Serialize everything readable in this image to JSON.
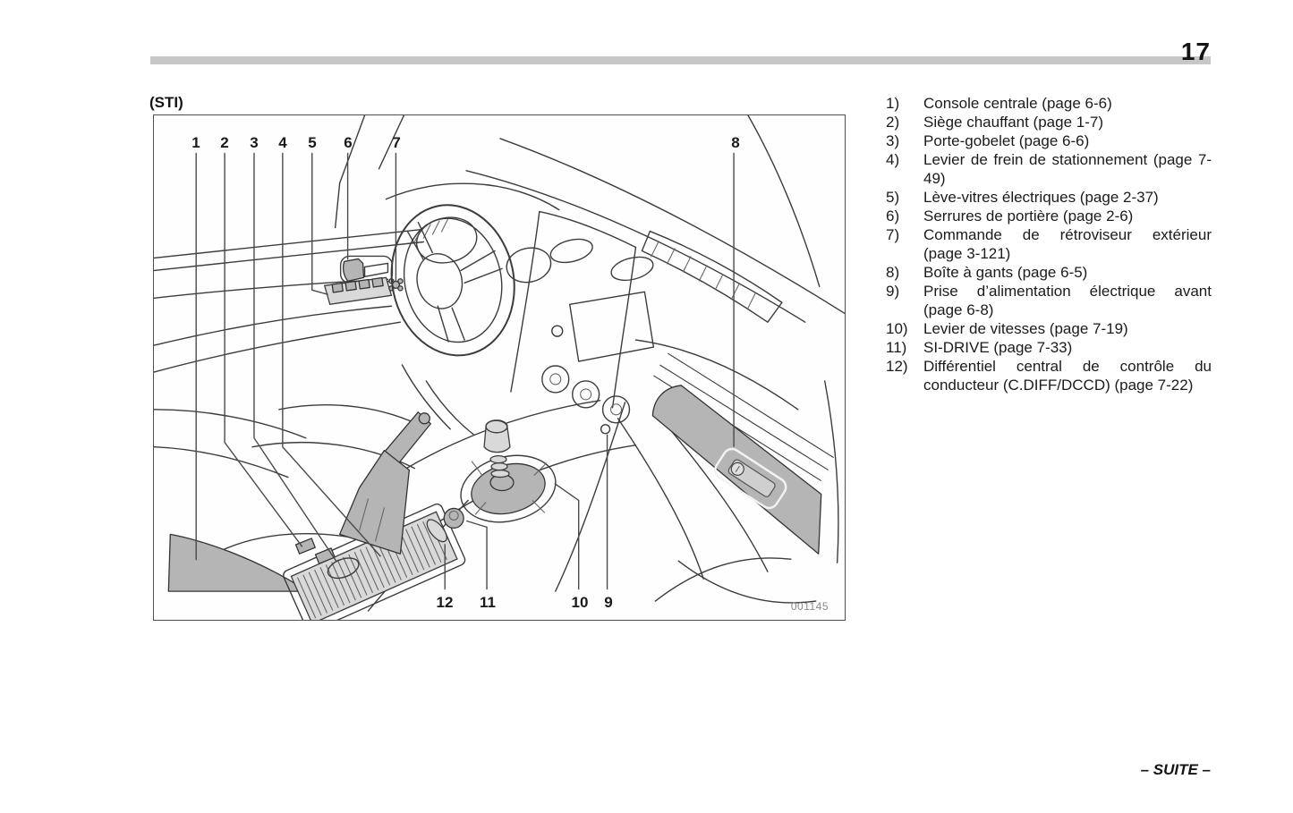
{
  "page": {
    "number": "17",
    "footer": "– SUITE –"
  },
  "colors": {
    "header_bar": "#c7c7c7",
    "diagram_shade": "#b5b5b5",
    "text": "#1b1b1b"
  },
  "figure": {
    "variant_label": "(STI)",
    "image_code": "001145",
    "callouts": {
      "top": [
        {
          "n": "1"
        },
        {
          "n": "2"
        },
        {
          "n": "3"
        },
        {
          "n": "4"
        },
        {
          "n": "5"
        },
        {
          "n": "6"
        },
        {
          "n": "7"
        },
        {
          "n": "8"
        }
      ],
      "bottom": [
        {
          "n": "12"
        },
        {
          "n": "11"
        },
        {
          "n": "10"
        },
        {
          "n": "9"
        }
      ]
    }
  },
  "legend": {
    "items": [
      {
        "num": "1)",
        "text": "Console centrale (page 6-6)"
      },
      {
        "num": "2)",
        "text": "Siège chauffant (page 1-7)"
      },
      {
        "num": "3)",
        "text": "Porte-gobelet (page 6-6)"
      },
      {
        "num": "4)",
        "text": "Levier de frein de stationnement (page 7-49)"
      },
      {
        "num": "5)",
        "text": "Lève-vitres électriques (page 2-37)"
      },
      {
        "num": "6)",
        "text": "Serrures de portière (page 2-6)"
      },
      {
        "num": "7)",
        "text": "Commande de rétroviseur extérieur (page 3-121)"
      },
      {
        "num": "8)",
        "text": "Boîte à gants (page 6-5)"
      },
      {
        "num": "9)",
        "text": "Prise d’alimentation électrique avant (page 6-8)"
      },
      {
        "num": "10)",
        "text": "Levier de vitesses (page 7-19)"
      },
      {
        "num": "11)",
        "text": "SI-DRIVE (page 7-33)"
      },
      {
        "num": "12)",
        "text": "Différentiel central de contrôle du conducteur (C.DIFF/DCCD) (page 7-22)"
      }
    ]
  }
}
